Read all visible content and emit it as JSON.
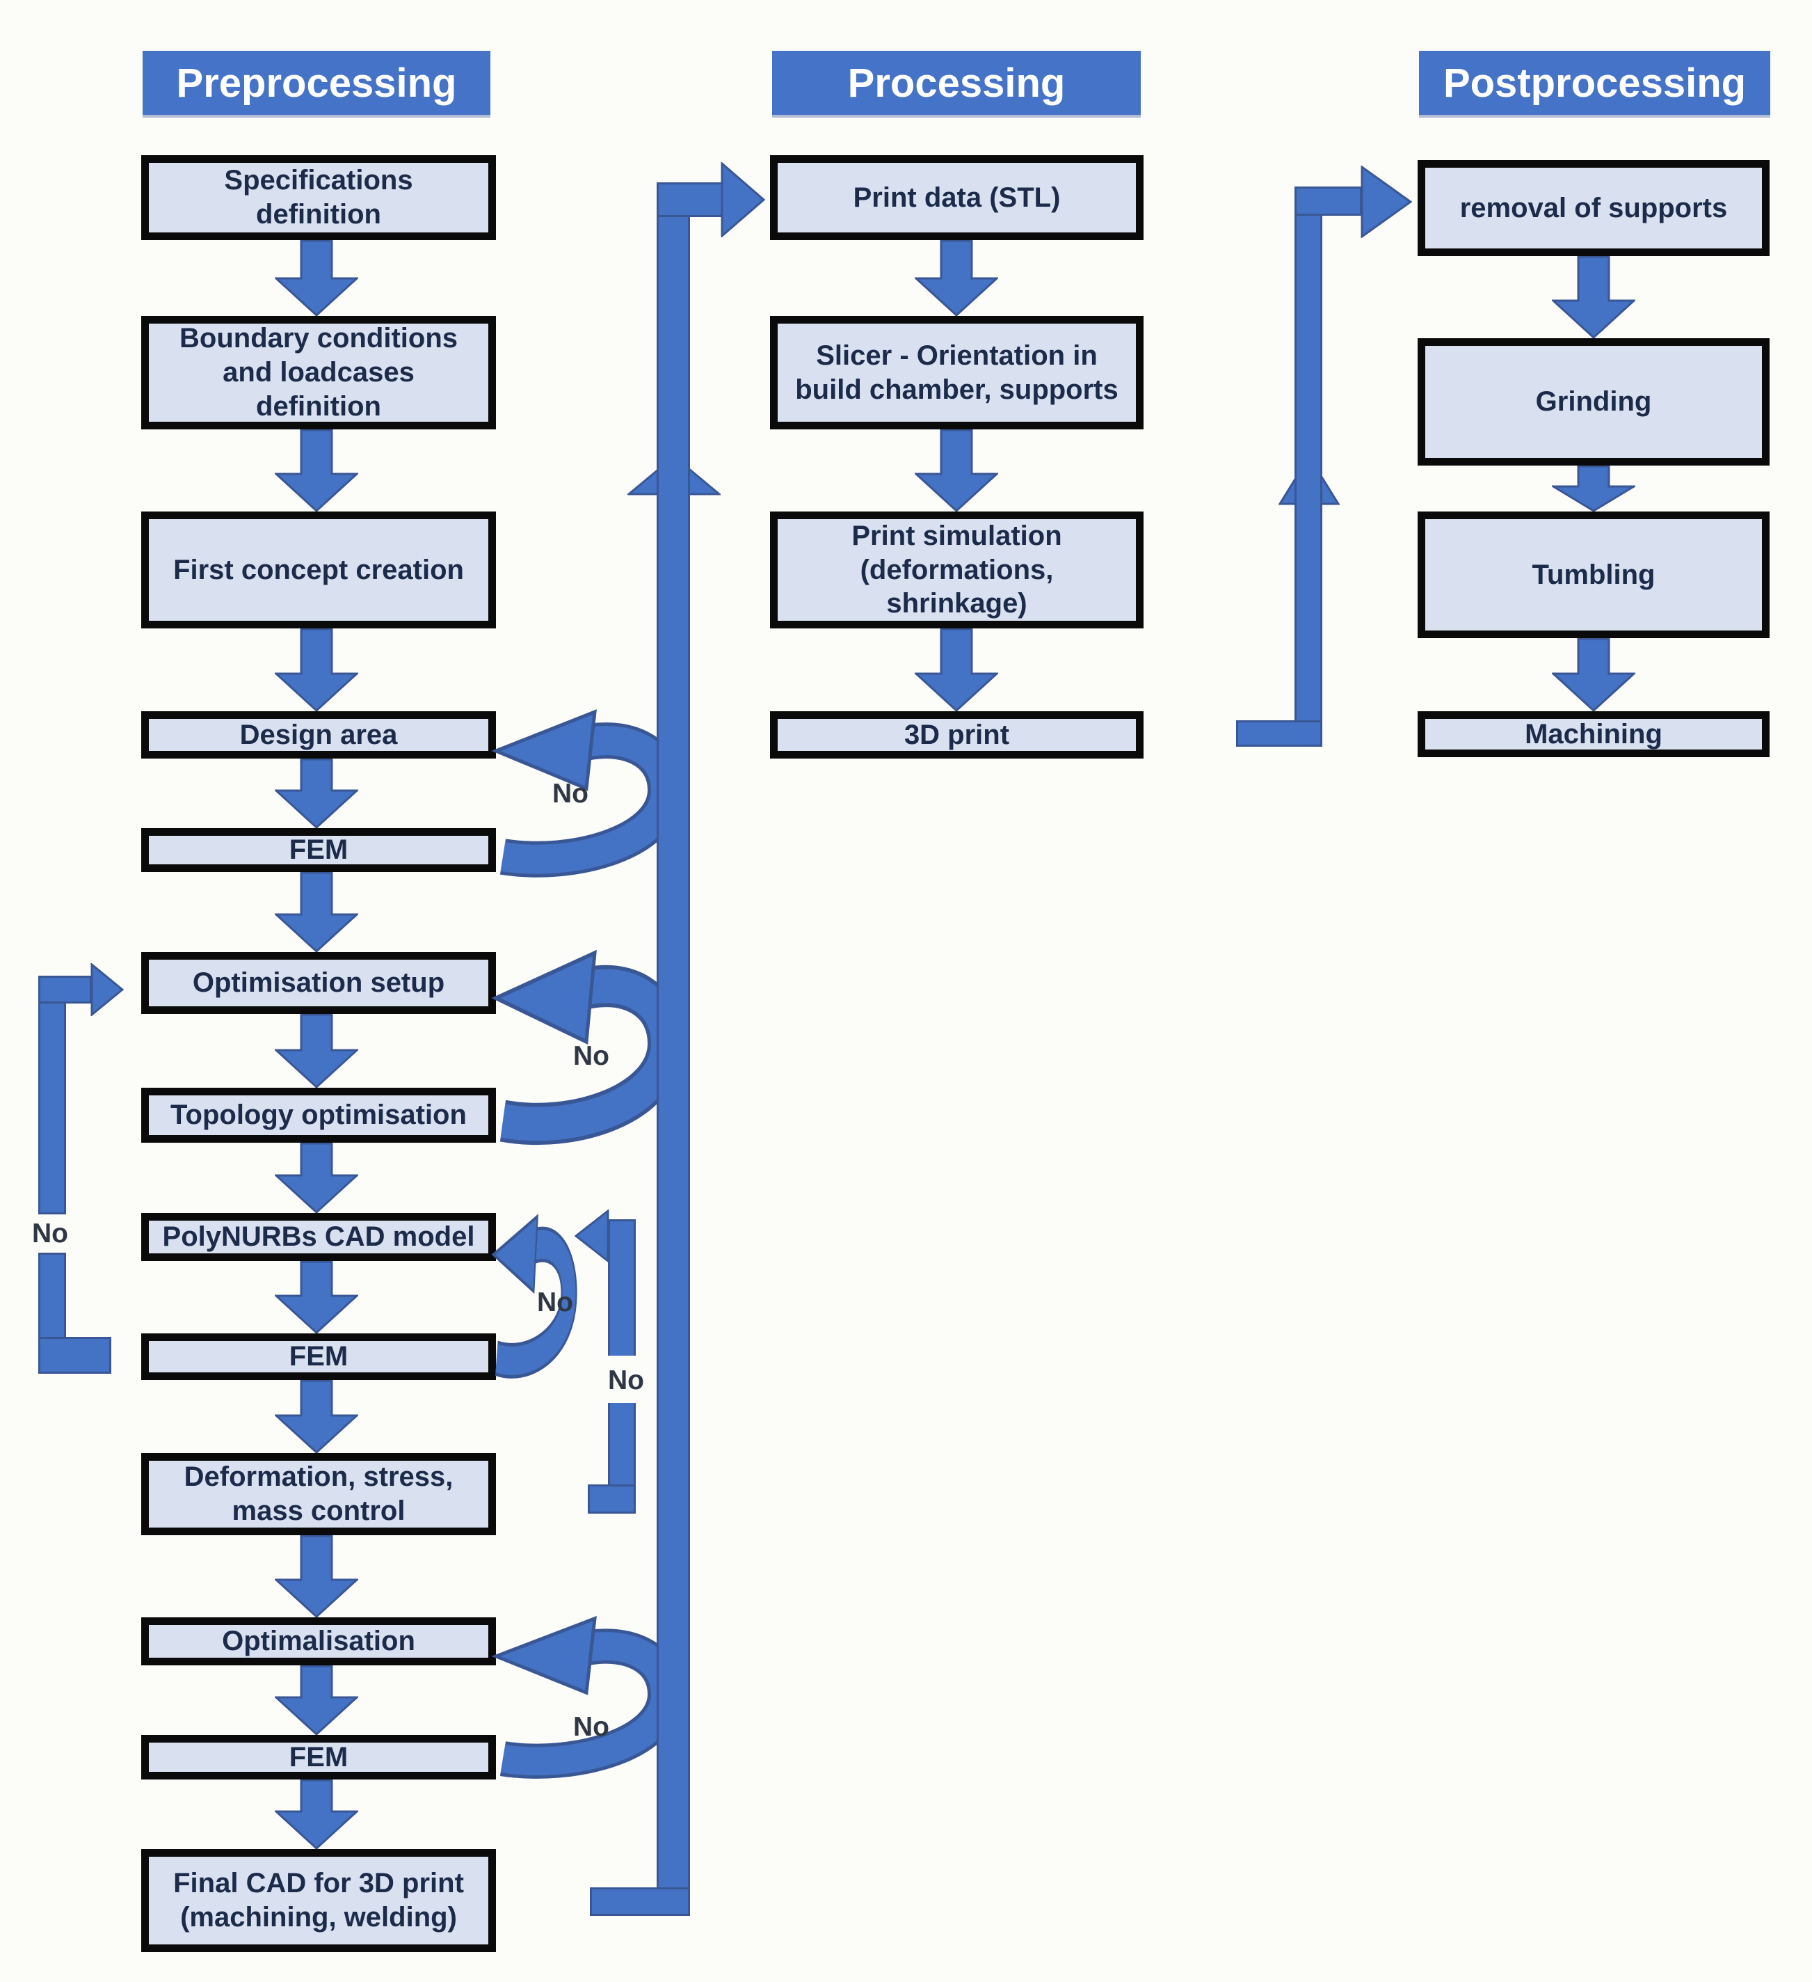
{
  "diagram": {
    "columns": [
      {
        "title": "Preprocessing",
        "steps": [
          "Specifications definition",
          "Boundary conditions and loadcases definition",
          "First concept creation",
          "Design area",
          "FEM",
          "Optimisation setup",
          "Topology optimisation",
          "PolyNURBs CAD model",
          "FEM",
          "Deformation, stress, mass control",
          "Optimalisation",
          "FEM",
          "Final CAD for 3D print (machining, welding)"
        ]
      },
      {
        "title": "Processing",
        "steps": [
          "Print data (STL)",
          "Slicer - Orientation in build chamber, supports",
          "Print simulation (deformations, shrinkage)",
          "3D print"
        ]
      },
      {
        "title": "Postprocessing",
        "steps": [
          "removal of supports",
          "Grinding",
          "Tumbling",
          "Machining"
        ]
      }
    ],
    "no_labels": [
      "No",
      "No",
      "No",
      "No",
      "No",
      "No"
    ],
    "colors": {
      "accent": "#4573C7",
      "box_fill": "#D9E1F1",
      "box_border": "#0A0A0A",
      "box_text": "#1C2B4A",
      "arrow": "#4472C4",
      "arrow_outline": "#3A5795",
      "no_text": "#2E3743",
      "title_text": "#FFFFFF",
      "background": "#FCFCF8"
    }
  }
}
